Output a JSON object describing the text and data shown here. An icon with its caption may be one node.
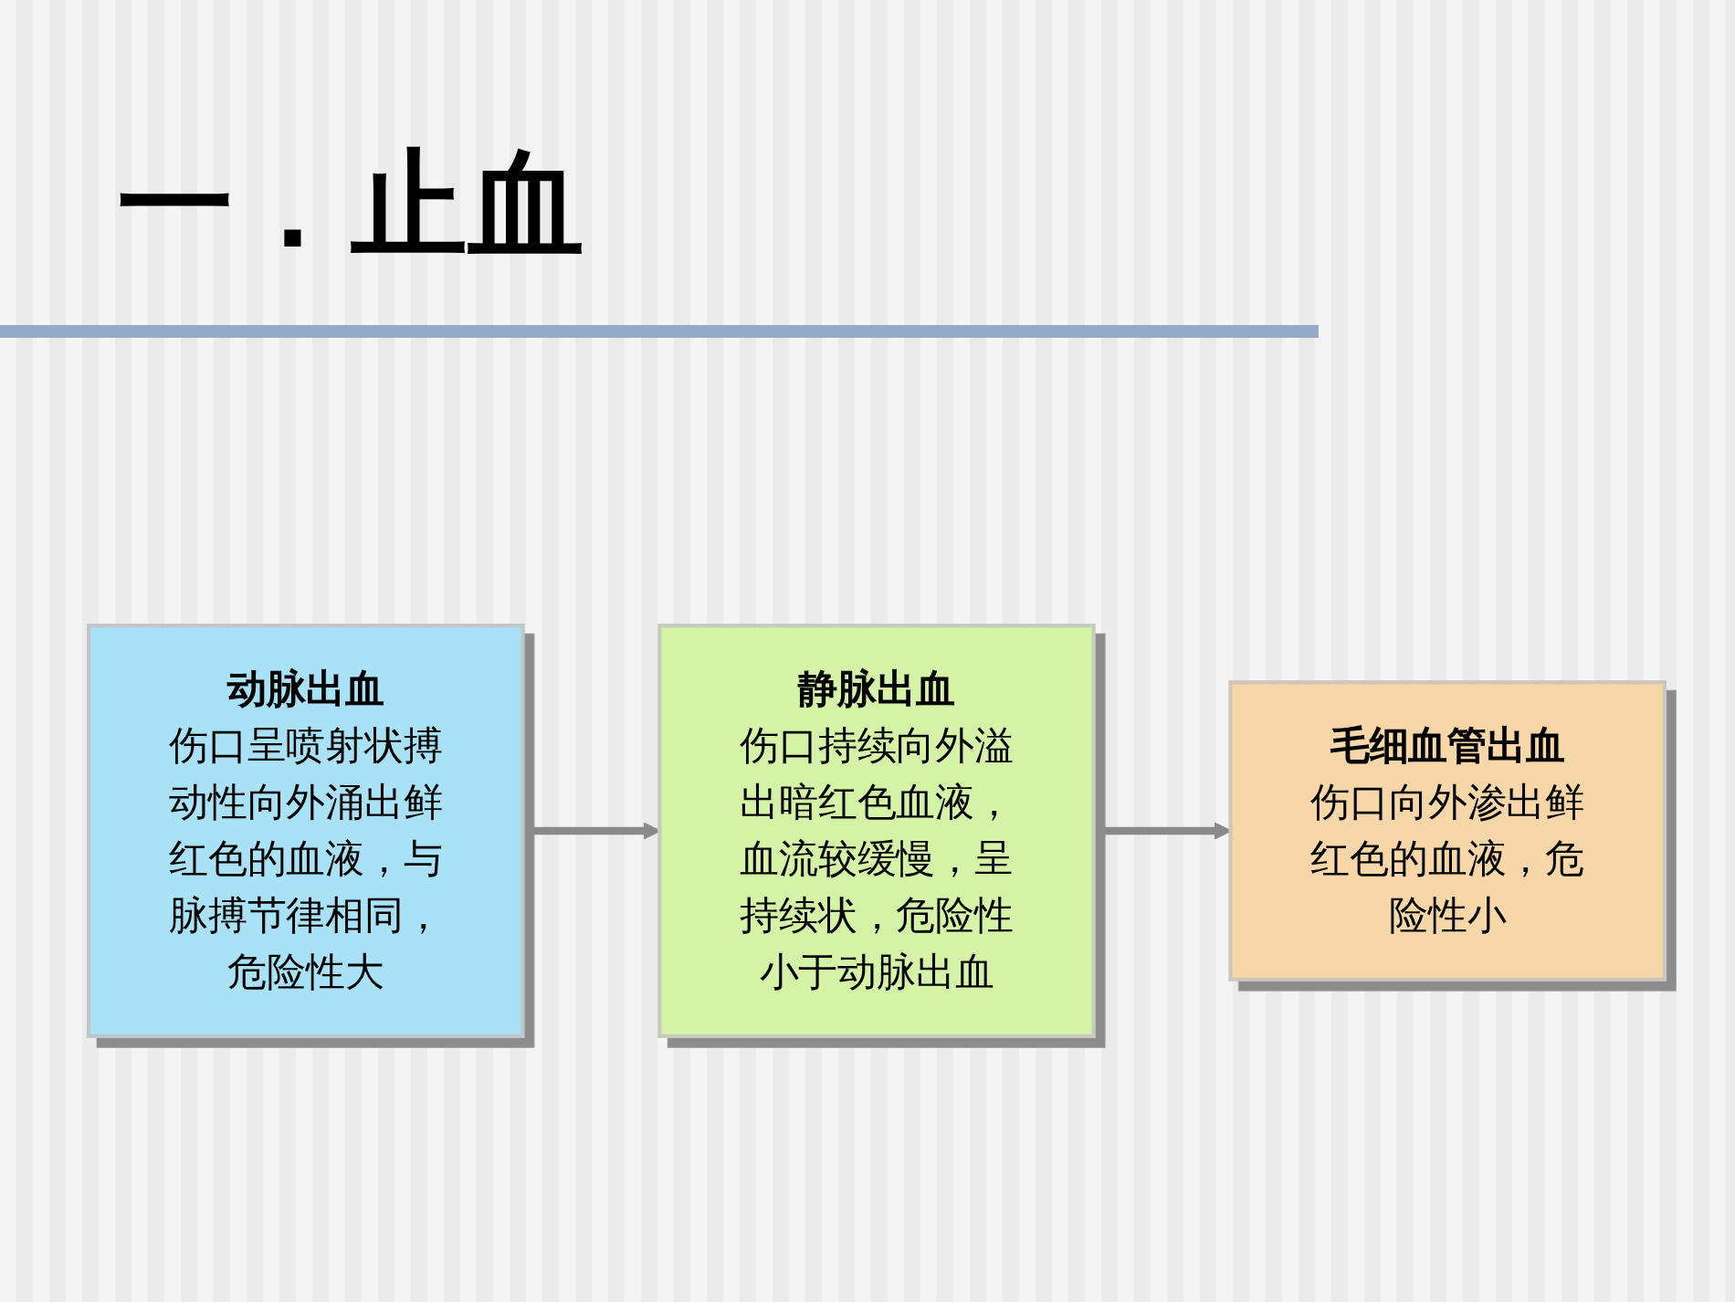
{
  "diagram": {
    "title": "一．止血",
    "nodes": [
      {
        "text": [
          "动脉出血",
          "伤口呈喷射状搏动性向外涌出鲜红色的血液，与脉搏节律相同，危险性大"
        ]
      },
      {
        "text": [
          "静脉出血",
          "伤口持续向外溢出暗红色血液，血流较缓慢，呈持续状，危险性小于动脉出血"
        ]
      },
      {
        "text": [
          "毛细血管出血",
          "伤口向外渗出鲜红色的血液，危险性小"
        ]
      }
    ],
    "edges": [
      {
        "from": 0,
        "to": 1,
        "arrow": "to"
      },
      {
        "from": 1,
        "to": 2,
        "arrow": "to"
      }
    ]
  }
}
